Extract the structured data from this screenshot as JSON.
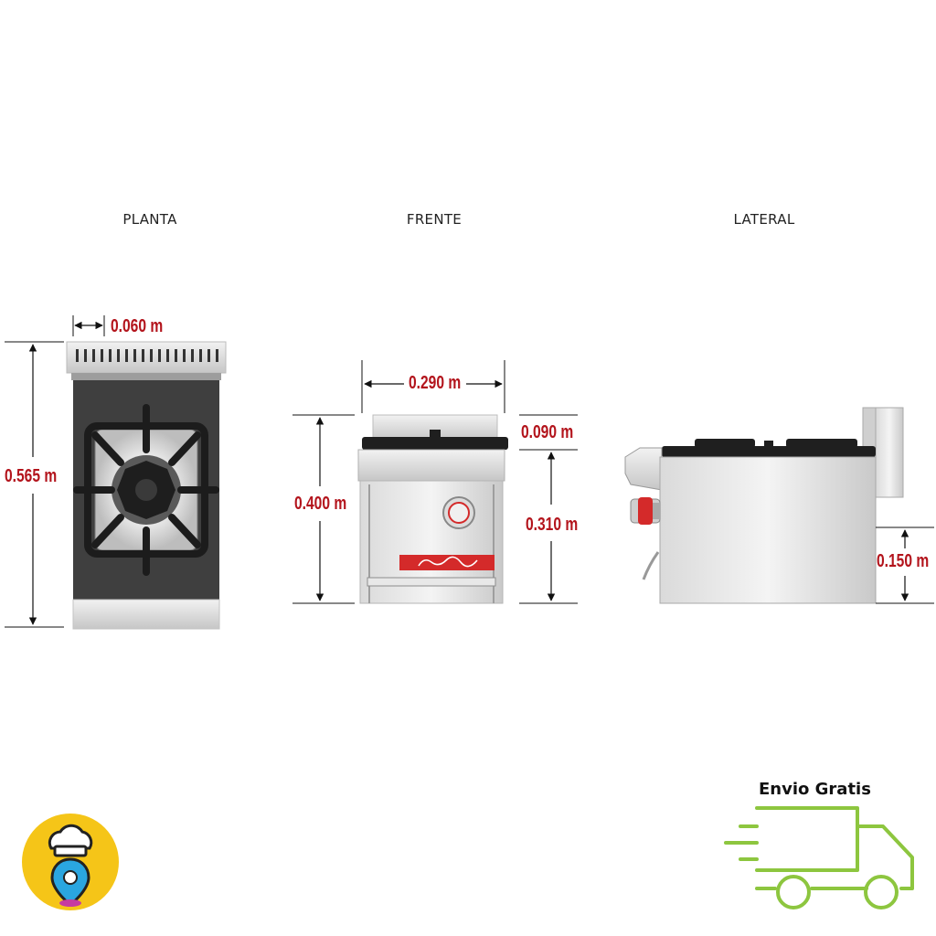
{
  "views": {
    "plan_label": "PLANTA",
    "front_label": "FRENTE",
    "side_label": "LATERAL"
  },
  "dimensions": {
    "plan_width_top": "0.060 m",
    "plan_depth": "0.565 m",
    "front_width": "0.290 m",
    "front_height": "0.400 m",
    "front_backsplash": "0.090 m",
    "front_body": "0.310 m",
    "side_height": "0.150 m"
  },
  "shipping": {
    "label": "Envio Gratis"
  },
  "colors": {
    "dimension_text": "#b3141c",
    "steel_light": "#e2e2e2",
    "steel_mid": "#b9b9b9",
    "grate": "#262626",
    "truck_green": "#8dc63f",
    "logo_yellow": "#f5c518",
    "brand_red": "#d42a2a"
  },
  "icons": {
    "logo": "chef-hat-location-pin-icon",
    "shipping": "delivery-truck-icon"
  }
}
